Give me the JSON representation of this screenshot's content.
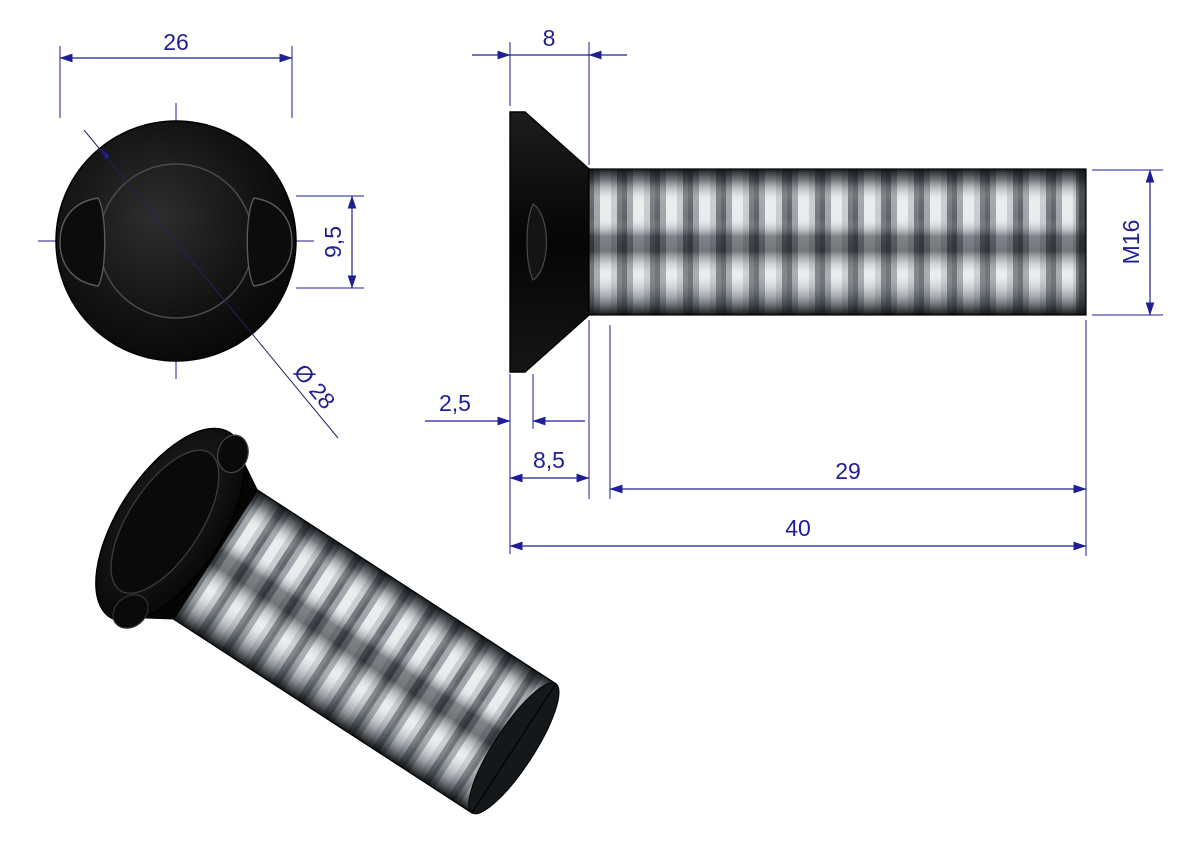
{
  "title": "Countersunk plow bolt technical drawing",
  "colors": {
    "dimension_blue": "#1e1e96",
    "outline_black": "#000000",
    "background": "#ffffff"
  },
  "views": {
    "head_front": {
      "dim_top_width": "26",
      "dim_nib_height": "9,5",
      "dim_head_diameter": "Ø 28"
    },
    "side": {
      "dim_head_depth": "8",
      "thread_designation": "M16",
      "dim_shoulder": "2,5",
      "dim_head_total_depth": "8,5",
      "dim_thread_length": "29",
      "dim_total_length": "40"
    }
  }
}
